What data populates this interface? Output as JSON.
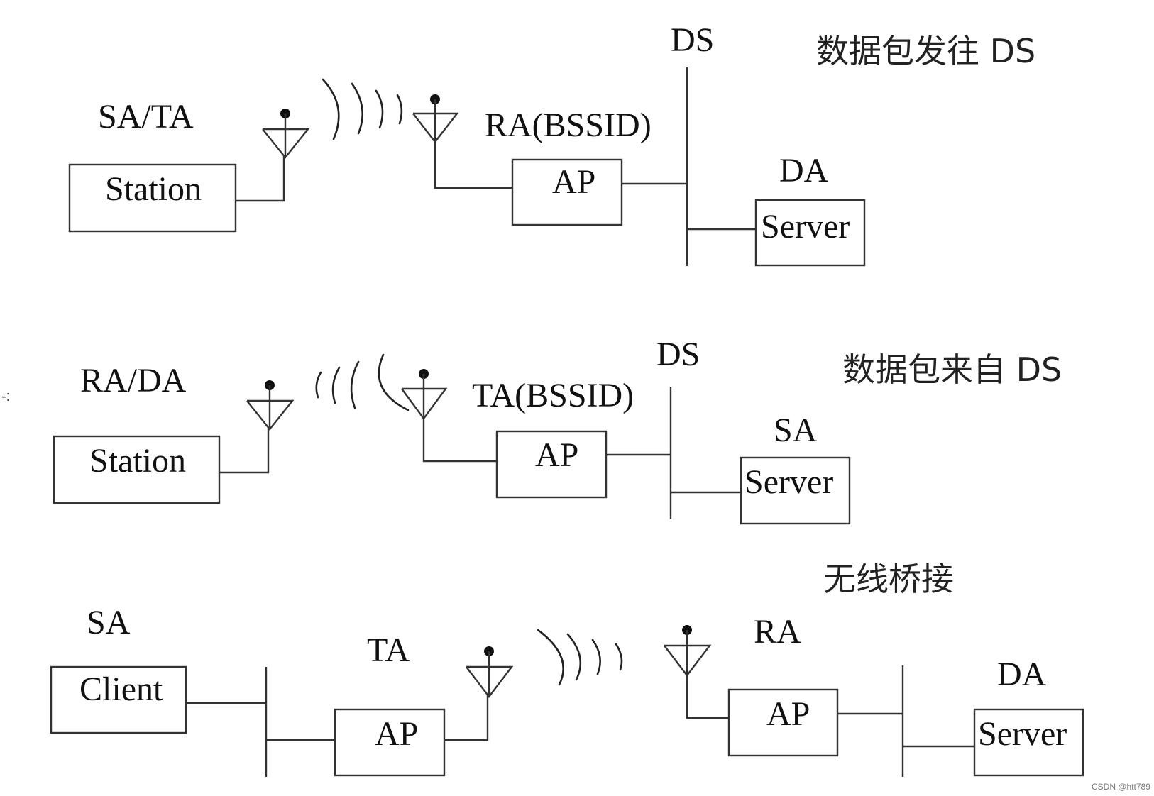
{
  "edge_mark": "-:",
  "watermark": "CSDN @htt789",
  "panels": [
    {
      "caption": "数据包发往 DS",
      "ds_label": "DS",
      "client_role": "SA/TA",
      "client_box": "Station",
      "ap_role": "RA(BSSID)",
      "ap_box": "AP",
      "server_role": "DA",
      "server_box": "Server"
    },
    {
      "caption": "数据包来自 DS",
      "ds_label": "DS",
      "client_role": "RA/DA",
      "client_box": "Station",
      "ap_role": "TA(BSSID)",
      "ap_box": "AP",
      "server_role": "SA",
      "server_box": "Server"
    },
    {
      "caption": "无线桥接",
      "client_role": "SA",
      "client_box": "Client",
      "ap1_role": "TA",
      "ap1_box": "AP",
      "ap2_role": "RA",
      "ap2_box": "AP",
      "server_role": "DA",
      "server_box": "Server"
    }
  ]
}
